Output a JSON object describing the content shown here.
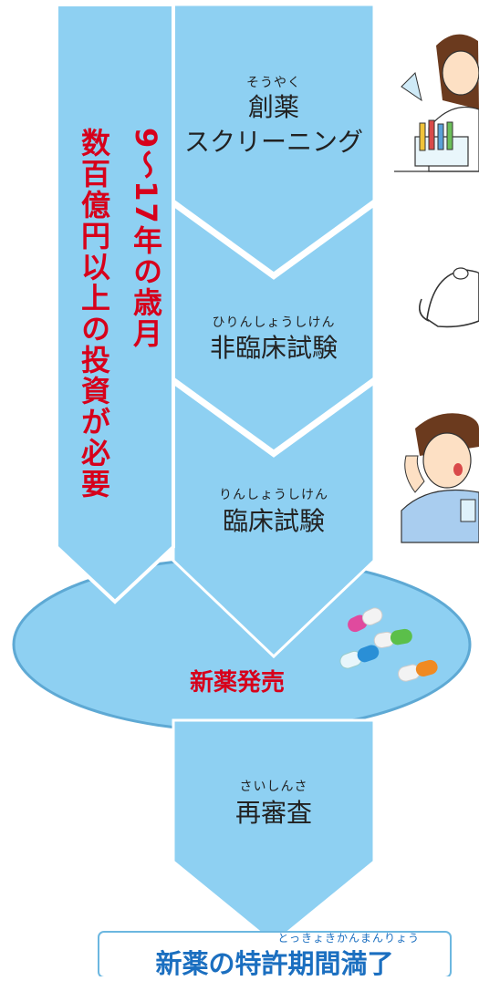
{
  "colors": {
    "flow_fill": "#8ed0f2",
    "flow_stroke": "#ffffff",
    "red": "#d7001b",
    "ellipse_stroke": "#5ea9d4",
    "box_stroke": "#6cb7e0"
  },
  "side_banner": {
    "col1": "9〜17年の歳月",
    "col2": "数百億円以上の投資が必要"
  },
  "stages": [
    {
      "reading": "そうやく",
      "label_line1": "創薬",
      "label_line2": "スクリーニング"
    },
    {
      "reading": "ひりんしょうしけん",
      "label_line1": "非臨床試験"
    },
    {
      "reading": "りんしょうしけん",
      "label_line1": "臨床試験"
    }
  ],
  "launch": {
    "label": "新薬発売"
  },
  "reexam": {
    "reading": "さいしんさ",
    "label": "再審査"
  },
  "patent": {
    "reading": "とっきょきかんまんりょう",
    "label": "新薬の特許期間満了"
  },
  "illustrations": [
    "scientist-icon",
    "rat-icon",
    "patient-icon",
    "capsules-icon"
  ]
}
